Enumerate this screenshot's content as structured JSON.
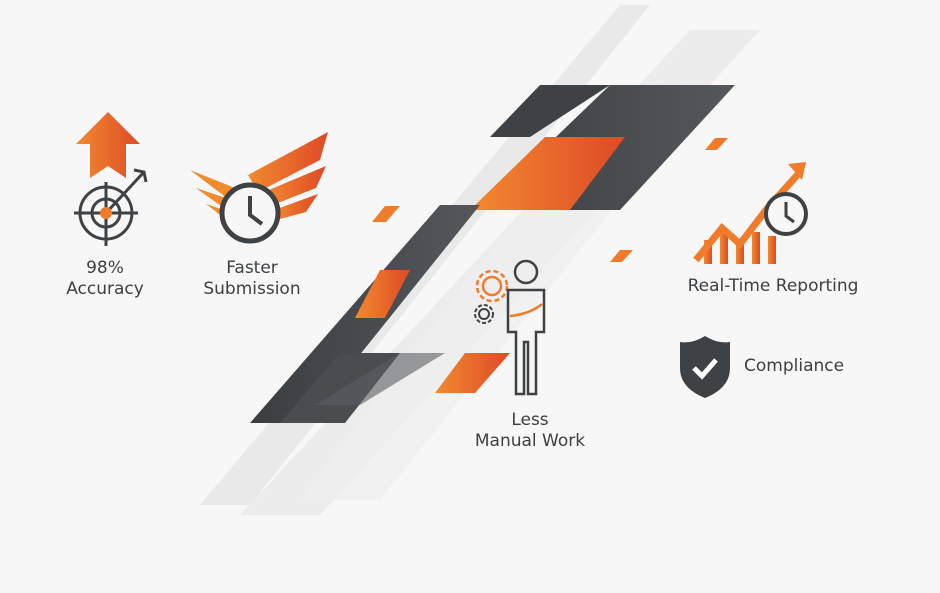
{
  "colors": {
    "orange": "#f07b2a",
    "orange_dark": "#e0502a",
    "charcoal": "#3f4245",
    "text": "#3d4043",
    "bg": "#f7f7f7"
  },
  "benefits": [
    {
      "id": "accuracy",
      "line1": "98%",
      "line2": "Accuracy",
      "icon": "target-arrow-icon"
    },
    {
      "id": "faster",
      "line1": "Faster",
      "line2": "Submission",
      "icon": "winged-clock-icon"
    },
    {
      "id": "manual",
      "line1": "Less",
      "line2": "Manual Work",
      "icon": "person-gears-icon"
    },
    {
      "id": "reporting",
      "line1": "Real-Time Reporting",
      "icon": "chart-clock-icon"
    },
    {
      "id": "compliance",
      "line1": "Compliance",
      "icon": "shield-check-icon"
    }
  ]
}
